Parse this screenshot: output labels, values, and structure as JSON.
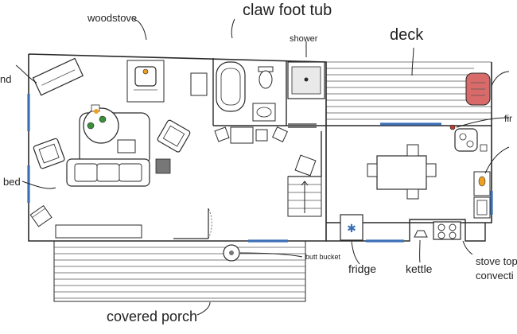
{
  "labels": {
    "woodstove": "woodstove",
    "claw_foot_tub": "claw foot tub",
    "shower": "shower",
    "deck": "deck",
    "bed_partial_top": "nd",
    "bed": "bed",
    "fire_partial": "fir",
    "butt_bucket": "butt bucket",
    "fridge": "fridge",
    "kettle": "kettle",
    "stove_top": "stove top",
    "convection_partial": "convecti",
    "covered_porch": "covered porch"
  },
  "colors": {
    "window": "#3b6fb5",
    "fire_red": "#c0392b",
    "rug_red": "#d96a6a",
    "plant_green": "#3a8f3a",
    "toy_orange": "#f0a020",
    "fridge_snowflake": "#3b6fb5",
    "stove_gray": "#777777"
  }
}
